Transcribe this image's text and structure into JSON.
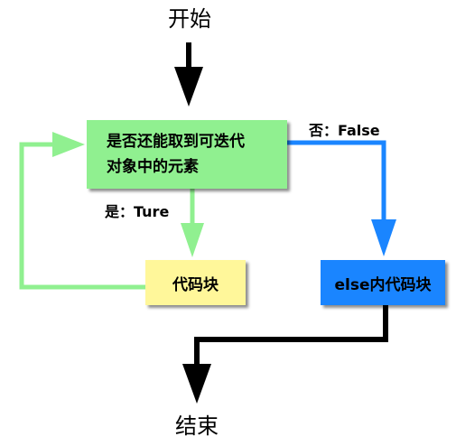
{
  "nodes": {
    "start": "开始",
    "condition_line1": "是否还能取到可迭代",
    "condition_line2": "对象中的元素",
    "loop_body": "代码块",
    "else_body": "else内代码块",
    "end": "结束"
  },
  "edges": {
    "true_label": "是：Ture",
    "false_label": "否：False"
  },
  "colors": {
    "decision_fill": "#90f090",
    "loop_body_fill": "#fff79a",
    "else_body_fill": "#1a85ff",
    "loop_arrow": "#90f090",
    "false_arrow": "#1a85ff",
    "main_arrow": "#000000"
  }
}
